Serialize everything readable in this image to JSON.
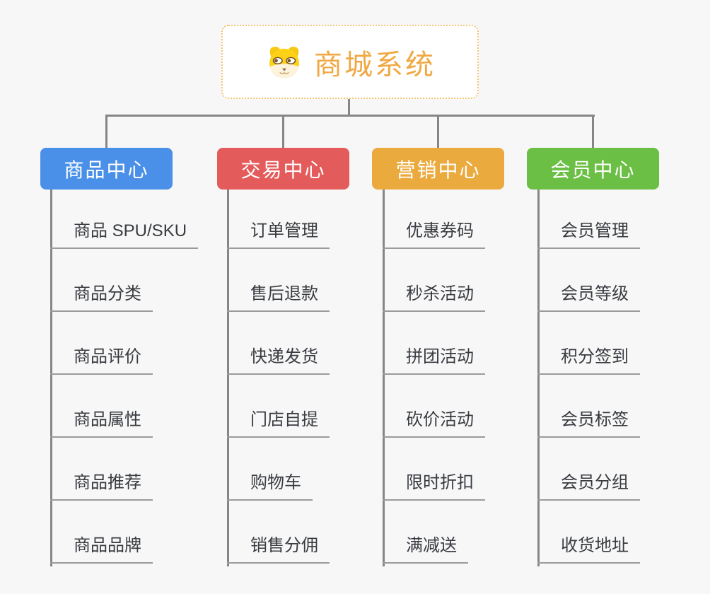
{
  "root": {
    "title": "商城系统",
    "icon": "dog-face-icon"
  },
  "branches": [
    {
      "label": "商品中心",
      "color": "#4a90e8",
      "children": [
        "商品 SPU/SKU",
        "商品分类",
        "商品评价",
        "商品属性",
        "商品推荐",
        "商品品牌"
      ]
    },
    {
      "label": "交易中心",
      "color": "#e45b5b",
      "children": [
        "订单管理",
        "售后退款",
        "快递发货",
        "门店自提",
        "购物车",
        "销售分佣"
      ]
    },
    {
      "label": "营销中心",
      "color": "#ebaa3e",
      "children": [
        "优惠券码",
        "秒杀活动",
        "拼团活动",
        "砍价活动",
        "限时折扣",
        "满减送"
      ]
    },
    {
      "label": "会员中心",
      "color": "#6bbf45",
      "children": [
        "会员管理",
        "会员等级",
        "积分签到",
        "会员标签",
        "会员分组",
        "收货地址"
      ]
    }
  ],
  "colors": {
    "background": "#f7f7f7",
    "root_border": "#f3c373",
    "root_title": "#f0a843",
    "connector_line": "#868686",
    "leaf_underline": "#9b9b9b",
    "leaf_text": "#383b40",
    "branch_text": "#ffffff"
  }
}
